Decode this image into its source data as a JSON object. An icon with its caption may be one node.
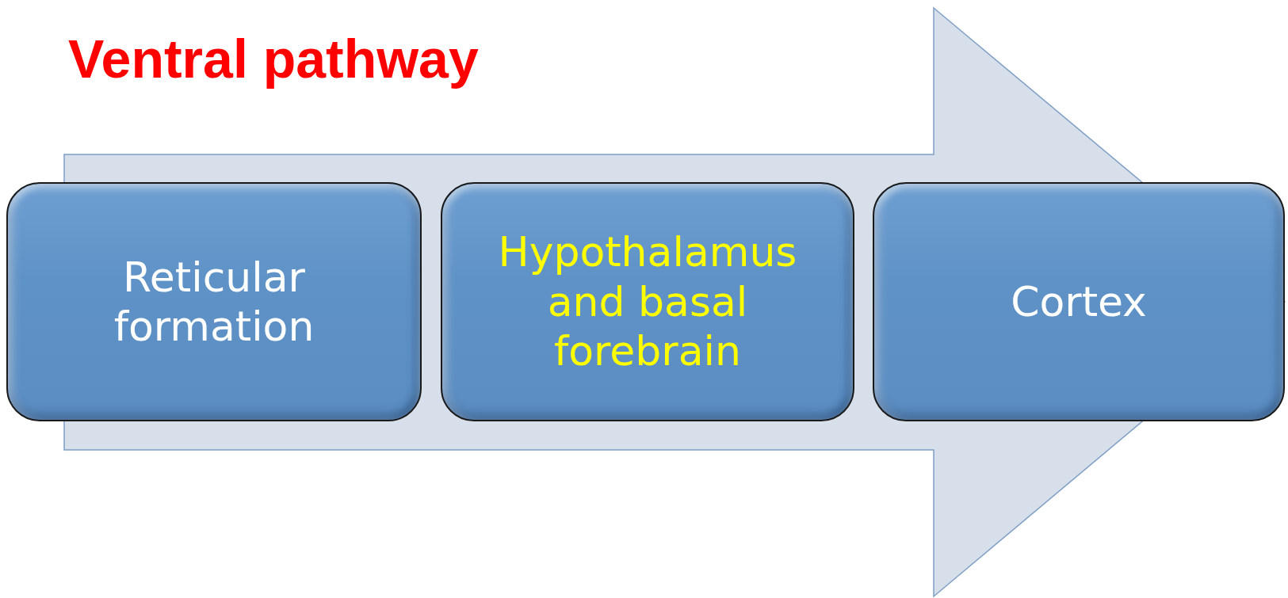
{
  "diagram": {
    "title": "Ventral pathway",
    "nodes": [
      {
        "text": [
          "Reticular formation"
        ]
      },
      {
        "text": [
          "Hypothalamus and basal forebrain"
        ]
      },
      {
        "text": [
          "Cortex"
        ]
      }
    ],
    "edges": [
      {
        "from": 0,
        "to": 2,
        "arrow": "to"
      }
    ]
  }
}
